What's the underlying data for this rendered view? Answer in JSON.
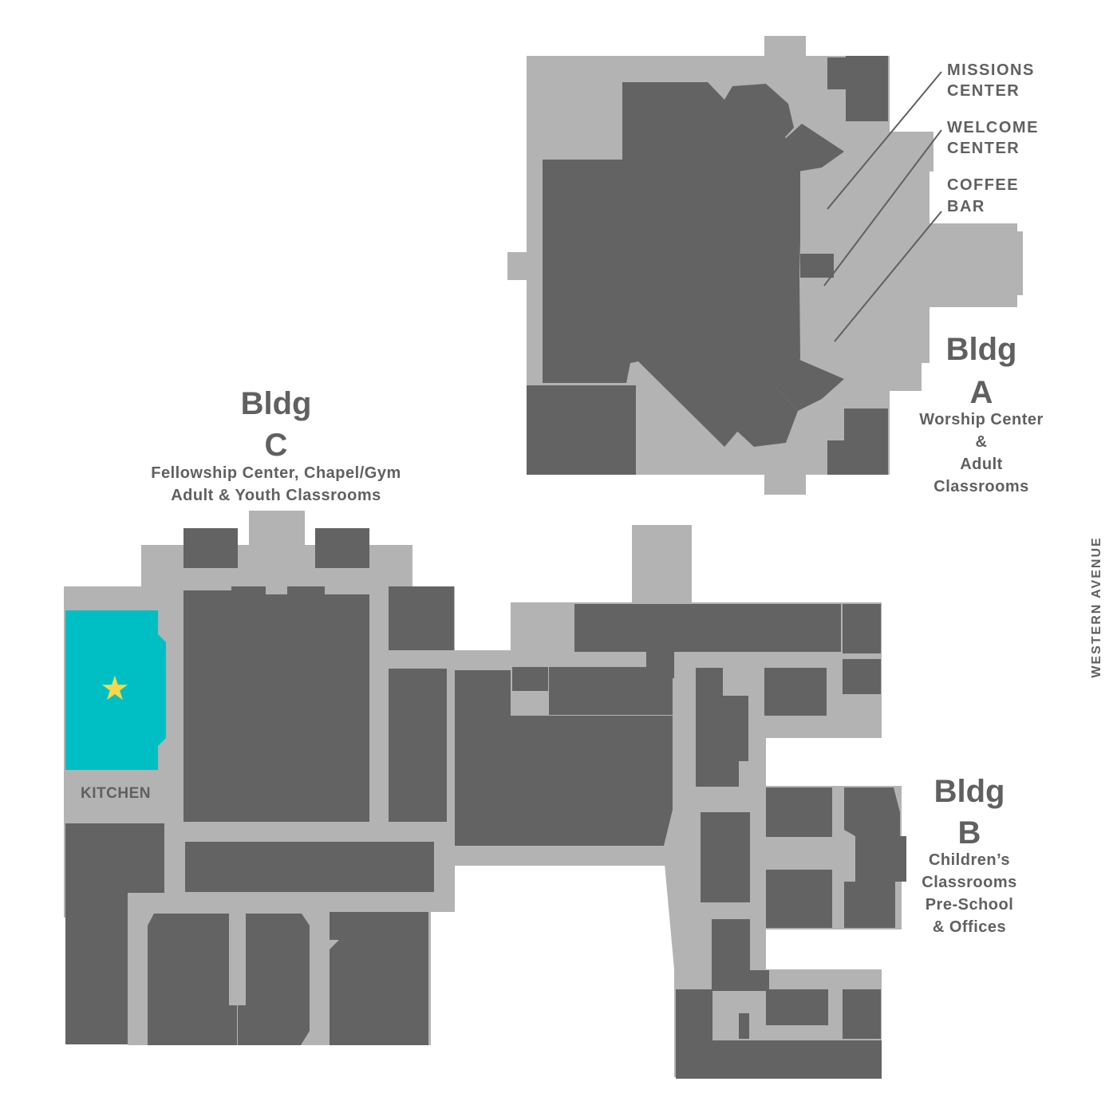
{
  "buildings": {
    "a": {
      "name": "Bldg",
      "letter": "A",
      "description": [
        "Worship Center",
        "&",
        "Adult",
        "Classrooms"
      ]
    },
    "b": {
      "name": "Bldg",
      "letter": "B",
      "description": [
        "Children’s",
        "Classrooms",
        "Pre-School",
        "& Offices"
      ]
    },
    "c": {
      "name": "Bldg",
      "letter": "C",
      "description": [
        "Fellowship Center, Chapel/Gym",
        "Adult & Youth Classrooms"
      ]
    }
  },
  "callouts": {
    "missions": [
      "MISSIONS",
      "CENTER"
    ],
    "welcome": [
      "WELCOME",
      "CENTER"
    ],
    "coffee": [
      "COFFEE",
      "BAR"
    ]
  },
  "rooms": {
    "kitchen": "KITCHEN"
  },
  "street": "WESTERN AVENUE",
  "marker": {
    "symbol": "★",
    "meaning": "you-are-here"
  },
  "colors": {
    "corridor": "#b3b3b3",
    "room": "#636363",
    "highlight": "#00bfc4",
    "marker": "#f5d94a",
    "text": "#606060"
  }
}
